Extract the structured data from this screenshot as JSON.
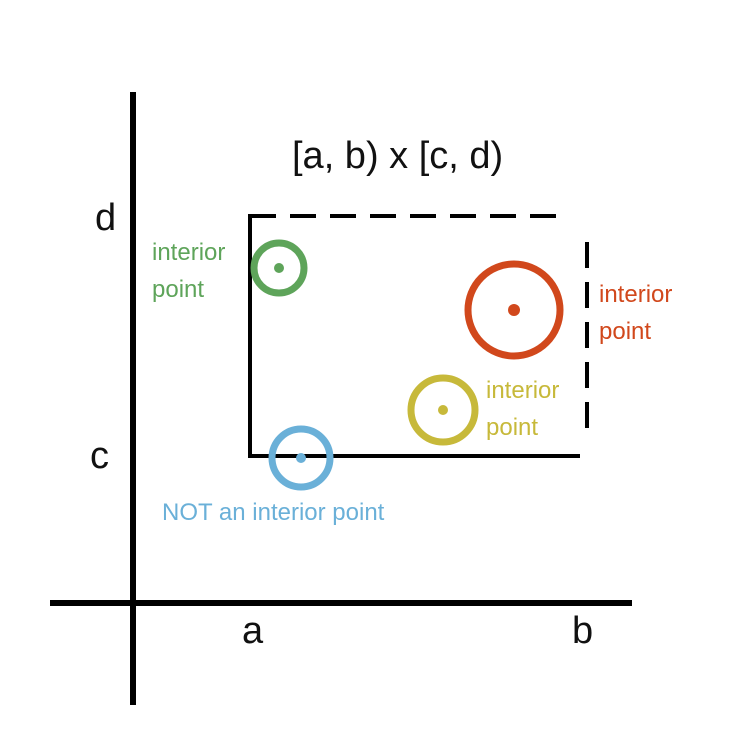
{
  "title": "[a, b) x [c, d)",
  "axis_labels": {
    "a": "a",
    "b": "b",
    "c": "c",
    "d": "d"
  },
  "points": [
    {
      "id": "green",
      "color": "#5ea45a",
      "label_lines": [
        "interior",
        "point"
      ]
    },
    {
      "id": "red",
      "color": "#d1481c",
      "label_lines": [
        "interior",
        "point"
      ]
    },
    {
      "id": "yellow",
      "color": "#c7b93a",
      "label_lines": [
        "interior",
        "point"
      ]
    },
    {
      "id": "blue",
      "color": "#6ab0d8",
      "label_lines": [
        "NOT an interior point"
      ]
    }
  ],
  "colors": {
    "axes": "#000000",
    "rectangle": "#000000"
  }
}
